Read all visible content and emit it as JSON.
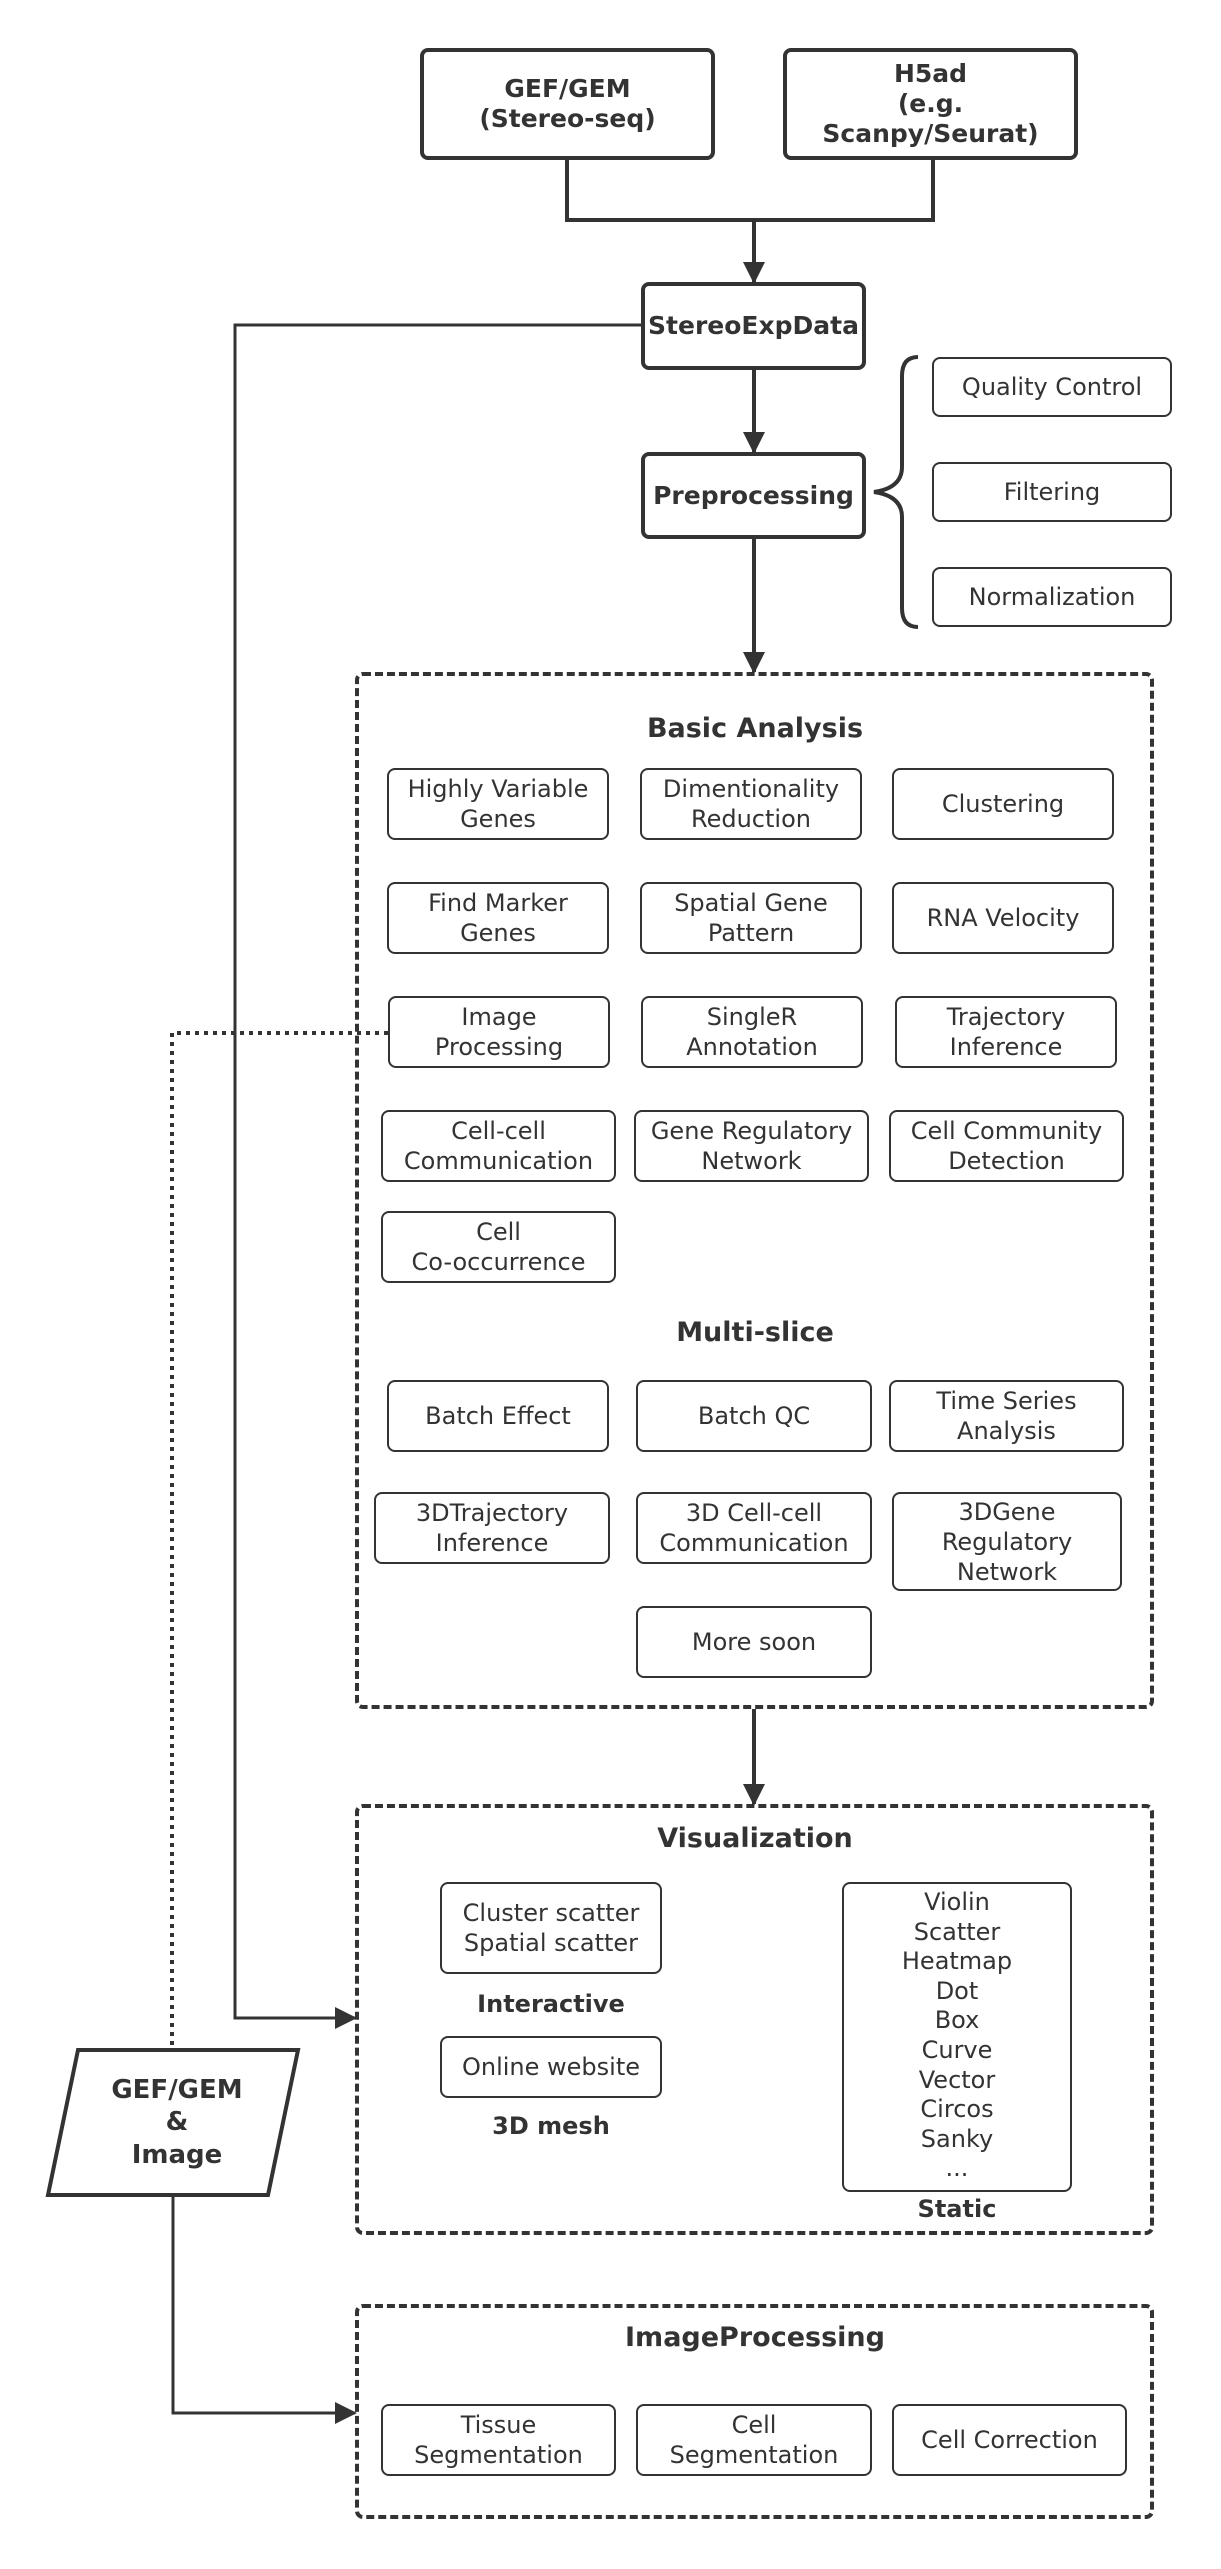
{
  "inputs": {
    "gef_gem": "GEF/GEM\n(Stereo-seq)",
    "h5ad": "H5ad\n(e.g. Scanpy/Seurat)"
  },
  "core": {
    "stereoexpdata": "StereoExpData",
    "preprocessing": "Preprocessing"
  },
  "preprocessing_steps": [
    "Quality Control",
    "Filtering",
    "Normalization"
  ],
  "basic_analysis": {
    "title": "Basic Analysis",
    "items": [
      "Highly Variable\nGenes",
      "Dimentionality\nReduction",
      "Clustering",
      "Find Marker\nGenes",
      "Spatial Gene\nPattern",
      "RNA Velocity",
      "Image\nProcessing",
      "SingleR\nAnnotation",
      "Trajectory\nInference",
      "Cell-cell\nCommunication",
      "Gene Regulatory\nNetwork",
      "Cell Community\nDetection",
      "Cell\nCo-occurrence"
    ]
  },
  "multi_slice": {
    "title": "Multi-slice",
    "items": [
      "Batch Effect",
      "Batch QC",
      "Time Series\nAnalysis",
      "3DTrajectory\nInference",
      "3D Cell-cell\nCommunication",
      "3DGene\nRegulatory\nNetwork",
      "More soon"
    ]
  },
  "visualization": {
    "title": "Visualization",
    "interactive_box": "Cluster scatter\nSpatial scatter",
    "interactive_label": "Interactive",
    "mesh_box": "Online website",
    "mesh_label": "3D mesh",
    "static_items": [
      "Violin",
      "Scatter",
      "Heatmap",
      "Dot",
      "Box",
      "Curve",
      "Vector",
      "Circos",
      "Sanky",
      "..."
    ],
    "static_label": "Static"
  },
  "image_input": "GEF/GEM\n&\nImage",
  "image_processing": {
    "title": "ImageProcessing",
    "items": [
      "Tissue\nSegmentation",
      "Cell\nSegmentation",
      "Cell Correction"
    ]
  }
}
